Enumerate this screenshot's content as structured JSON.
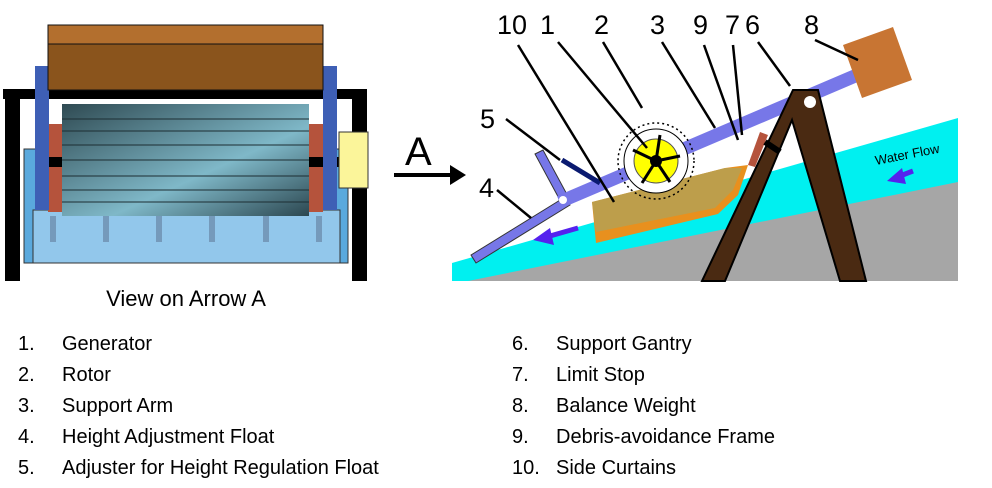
{
  "view_label": "View on Arrow A",
  "arrow_label": "A",
  "water_flow_label": "Water Flow",
  "callouts": [
    "10",
    "1",
    "2",
    "3",
    "9",
    "7",
    "6",
    "8",
    "5",
    "4"
  ],
  "legend": [
    {
      "num": "1.",
      "label": "Generator"
    },
    {
      "num": "2.",
      "label": "Rotor"
    },
    {
      "num": "3.",
      "label": "Support Arm"
    },
    {
      "num": "4.",
      "label": "Height Adjustment Float"
    },
    {
      "num": "5.",
      "label": "Adjuster for Height Regulation Float"
    },
    {
      "num": "6.",
      "label": "Support Gantry"
    },
    {
      "num": "7.",
      "label": "Limit Stop"
    },
    {
      "num": "8.",
      "label": "Balance Weight"
    },
    {
      "num": "9.",
      "label": "Debris-avoidance Frame"
    },
    {
      "num": "10.",
      "label": "Side Curtains"
    }
  ],
  "colors": {
    "water": "#00f0f0",
    "ground": "#a6a6a6",
    "gantry": "#4a2a12",
    "arm": "#7777e8",
    "weight": "#c87533",
    "curtain": "#e89a3a",
    "flow_arrow": "#5522ee"
  }
}
